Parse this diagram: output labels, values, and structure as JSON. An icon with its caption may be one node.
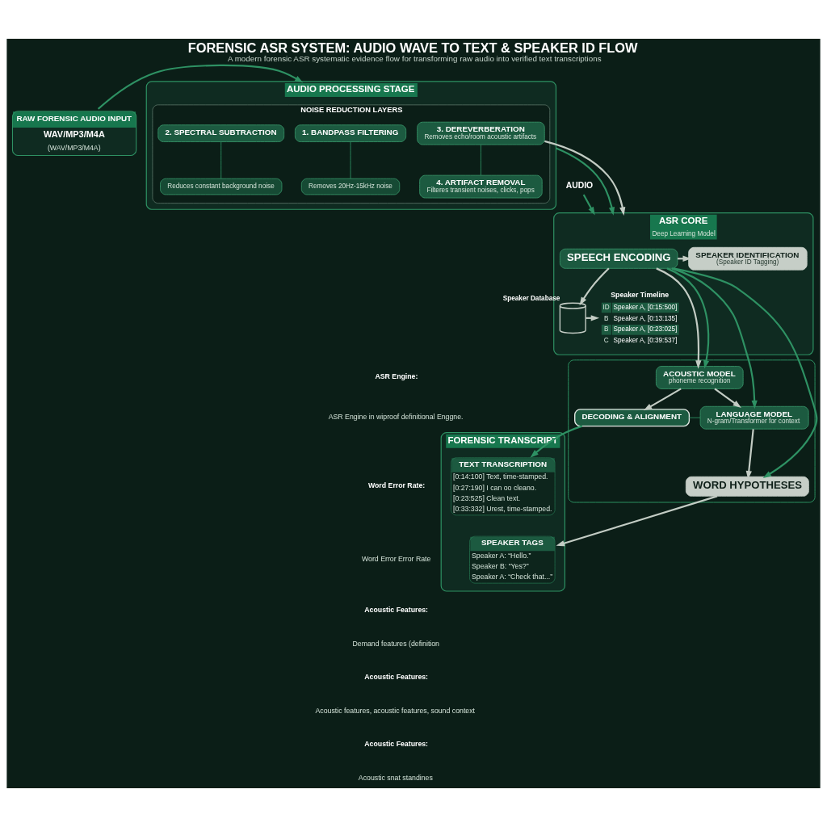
{
  "diagram": {
    "title": "FORENSIC ASR SYSTEM: AUDIO WAVE TO TEXT & SPEAKER ID FLOW",
    "caption": "A modern forensic ASR systematic evidence flow for transforming raw audio into verified text transcriptions",
    "nodes": [
      {
        "text": [
          "RAW FORENSIC AUDIO INPUT",
          "WAV/MP3/M4A",
          "(WAV/MP3/M4A)"
        ]
      },
      {
        "text": [
          "AUDIO PROCESSING STAGE"
        ]
      },
      {
        "text": [
          "NOISE REDUCTION LAYERS"
        ],
        "in": 1
      },
      {
        "text": [
          "1. BANDPASS FILTERING"
        ],
        "in": 2
      },
      {
        "text": [
          "Removes 20Hz-15kHz noise"
        ],
        "in": 2
      },
      {
        "text": [
          "2. SPECTRAL SUBTRACTION"
        ],
        "in": 2
      },
      {
        "text": [
          "Reduces constant background noise"
        ],
        "in": 2
      },
      {
        "text": [
          "3. DEREVERBERATION",
          "Removes echo/room acoustic artifacts"
        ],
        "in": 2
      },
      {
        "text": [
          "4. ARTIFACT REMOVAL",
          "Filteres transient noises, clicks, pops"
        ],
        "in": 2
      },
      {
        "text": [
          "AUDIO"
        ]
      },
      {
        "text": [
          "ASR CORE",
          "Deep Learning Model"
        ]
      },
      {
        "text": [
          "SPEECH ENCODING"
        ],
        "in": 10
      },
      {
        "text": [
          "SPEAKER IDENTIFICATION",
          "(Speaker ID Tagging)"
        ],
        "in": 10
      },
      {
        "text": [],
        "shape": "cylinder",
        "beside": [
          "Speaker Database"
        ],
        "in": 10
      },
      {
        "text": [
          "Speaker Timeline",
          "ID",
          "Speaker A, [0:15:500]",
          "B",
          "Speaker A, [0:13:135]",
          "B",
          "Speaker A, [0:23:025]",
          "C",
          "Speaker A, [0:39:537]"
        ],
        "in": 10
      },
      {
        "text": [],
        "shape": "box"
      },
      {
        "text": [
          "ACOUSTIC MODEL",
          "phoneme recognition"
        ],
        "in": 15
      },
      {
        "text": [
          "LANGUAGE MODEL",
          "N-gram/Transformer for context"
        ],
        "in": 15
      },
      {
        "text": [
          "DECODING & ALIGNMENT"
        ],
        "in": 15
      },
      {
        "text": [
          "WORD HYPOTHESES"
        ],
        "in": 15
      },
      {
        "text": [
          "FORENSIC TRANSCRIPT"
        ]
      },
      {
        "text": [
          "TEXT TRANSCRIPTION",
          "[0:14:100] Text, time-stamped.",
          "[0:27:190] I can oo cleano.",
          "[0:23:525] Clean text.",
          "[0:33:332] Urest, time-stamped."
        ],
        "in": 20
      },
      {
        "text": [
          "SPEAKER TAGS",
          "Speaker A: “Hello.”",
          "Speaker B: “Yes?”",
          "Speaker A: “Check that...”"
        ],
        "in": 20
      }
    ],
    "edges": [
      {
        "from": 0,
        "to": 1,
        "arrow": "to"
      },
      {
        "from": 3,
        "to": 4,
        "arrow": "none"
      },
      {
        "from": 5,
        "to": 6,
        "arrow": "none"
      },
      {
        "from": 7,
        "to": 8,
        "arrow": "none"
      },
      {
        "from": 1,
        "to": 10,
        "arrow": "to"
      },
      {
        "from": 7,
        "to": 10,
        "arrow": "to",
        "color": "#c3ccc4"
      },
      {
        "from": 9,
        "to": 10,
        "arrow": "to"
      },
      {
        "from": 11,
        "to": 12,
        "arrow": "to",
        "color": "#c3ccc4"
      },
      {
        "from": 11,
        "to": 13,
        "arrow": "to",
        "color": "#c3ccc4"
      },
      {
        "from": 13,
        "to": 14,
        "arrow": "to",
        "color": "#c3ccc4"
      },
      {
        "from": 11,
        "to": 16,
        "arrow": "to",
        "color": "#c3ccc4"
      },
      {
        "from": 11,
        "to": 16,
        "arrow": "to"
      },
      {
        "from": 11,
        "to": 17,
        "arrow": "to"
      },
      {
        "from": 11,
        "to": 19,
        "arrow": "to"
      },
      {
        "from": 16,
        "to": 17,
        "arrow": "to",
        "color": "#c3ccc4"
      },
      {
        "from": 16,
        "to": 18,
        "arrow": "to",
        "color": "#c3ccc4"
      },
      {
        "from": 17,
        "to": 18,
        "arrow": "none"
      },
      {
        "from": 17,
        "to": 19,
        "arrow": "to",
        "color": "#c3ccc4"
      },
      {
        "from": 18,
        "to": 21,
        "arrow": "to"
      },
      {
        "from": 19,
        "to": 22,
        "arrow": "to",
        "color": "#c3ccc4"
      }
    ],
    "labels": [
      "ASR Engine:",
      "ASR Engine in wiproof definitional Enggne.",
      "Word Error Rate:",
      "Word Error Error Rate",
      "Acoustic Features:",
      "Demand features (definition",
      "Acoustic Features:",
      "Acoustic features, acoustic features, sound context",
      "Acoustic Features:",
      "Acoustic snat standines"
    ]
  }
}
